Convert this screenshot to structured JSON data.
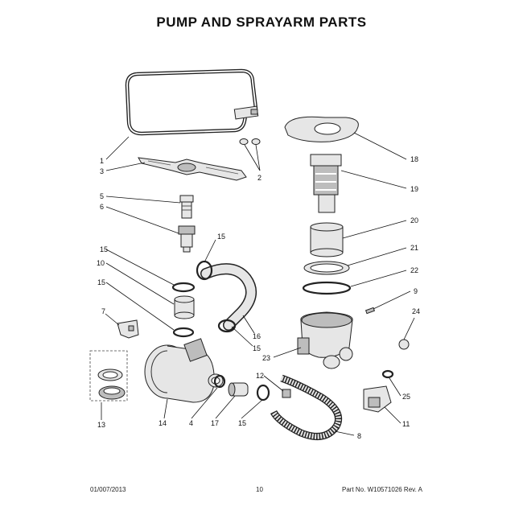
{
  "title": "PUMP AND SPRAYARM PARTS",
  "footer": {
    "date": "01/007/2013",
    "page": "10",
    "part_no": "Part No. W10571026  Rev. A"
  },
  "callouts": {
    "c1": "1",
    "c2": "2",
    "c3": "3",
    "c4": "4",
    "c5": "5",
    "c6": "6",
    "c7": "7",
    "c8": "8",
    "c9": "9",
    "c10": "10",
    "c11": "11",
    "c12": "12",
    "c13": "13",
    "c14": "14",
    "c15a": "15",
    "c15b": "15",
    "c15c": "15",
    "c15d": "15",
    "c15e": "15",
    "c16": "16",
    "c17": "17",
    "c18": "18",
    "c19": "19",
    "c20": "20",
    "c21": "21",
    "c22": "22",
    "c23": "23",
    "c24": "24",
    "c25": "25"
  }
}
